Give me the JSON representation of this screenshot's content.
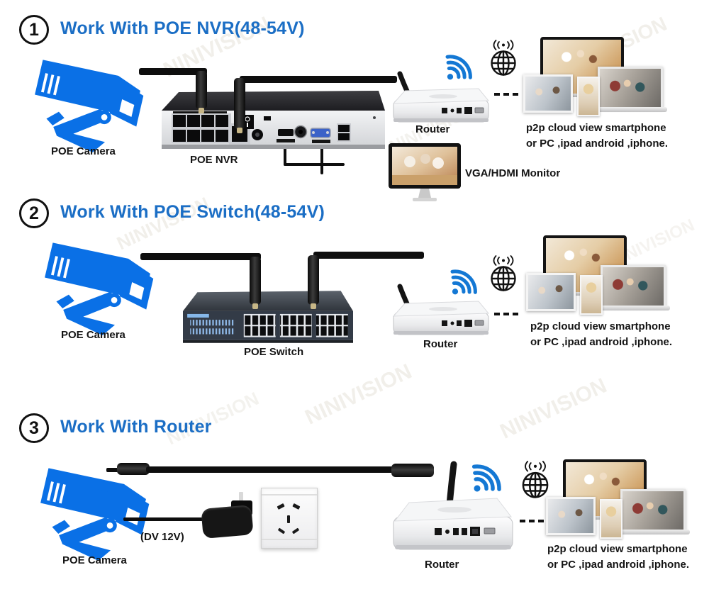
{
  "watermark": {
    "text": "NINIVISION"
  },
  "colors": {
    "title_blue": "#1b6ec5",
    "camera_blue": "#0a70e6",
    "wifi_blue": "#1478d4",
    "cable_black": "#0e0e0e"
  },
  "sections": [
    {
      "number": "1",
      "title": "Work With POE NVR(48-54V)",
      "camera_label": "POE Camera",
      "device_label": "POE NVR",
      "router_label": "Router",
      "monitor_label": "VGA/HDMI Monitor",
      "cloud_line1": "p2p cloud view smartphone",
      "cloud_line2": "or PC ,ipad android ,iphone."
    },
    {
      "number": "2",
      "title": "Work With POE Switch(48-54V)",
      "camera_label": "POE Camera",
      "device_label": "POE Switch",
      "router_label": "Router",
      "cloud_line1": "p2p cloud view smartphone",
      "cloud_line2": "or PC ,ipad android ,iphone."
    },
    {
      "number": "3",
      "title": "Work With Router",
      "camera_label": "POE Camera",
      "adapter_label": "(DV 12V)",
      "router_label": "Router",
      "cloud_line1": "p2p cloud view smartphone",
      "cloud_line2": "or PC ,ipad android ,iphone."
    }
  ]
}
